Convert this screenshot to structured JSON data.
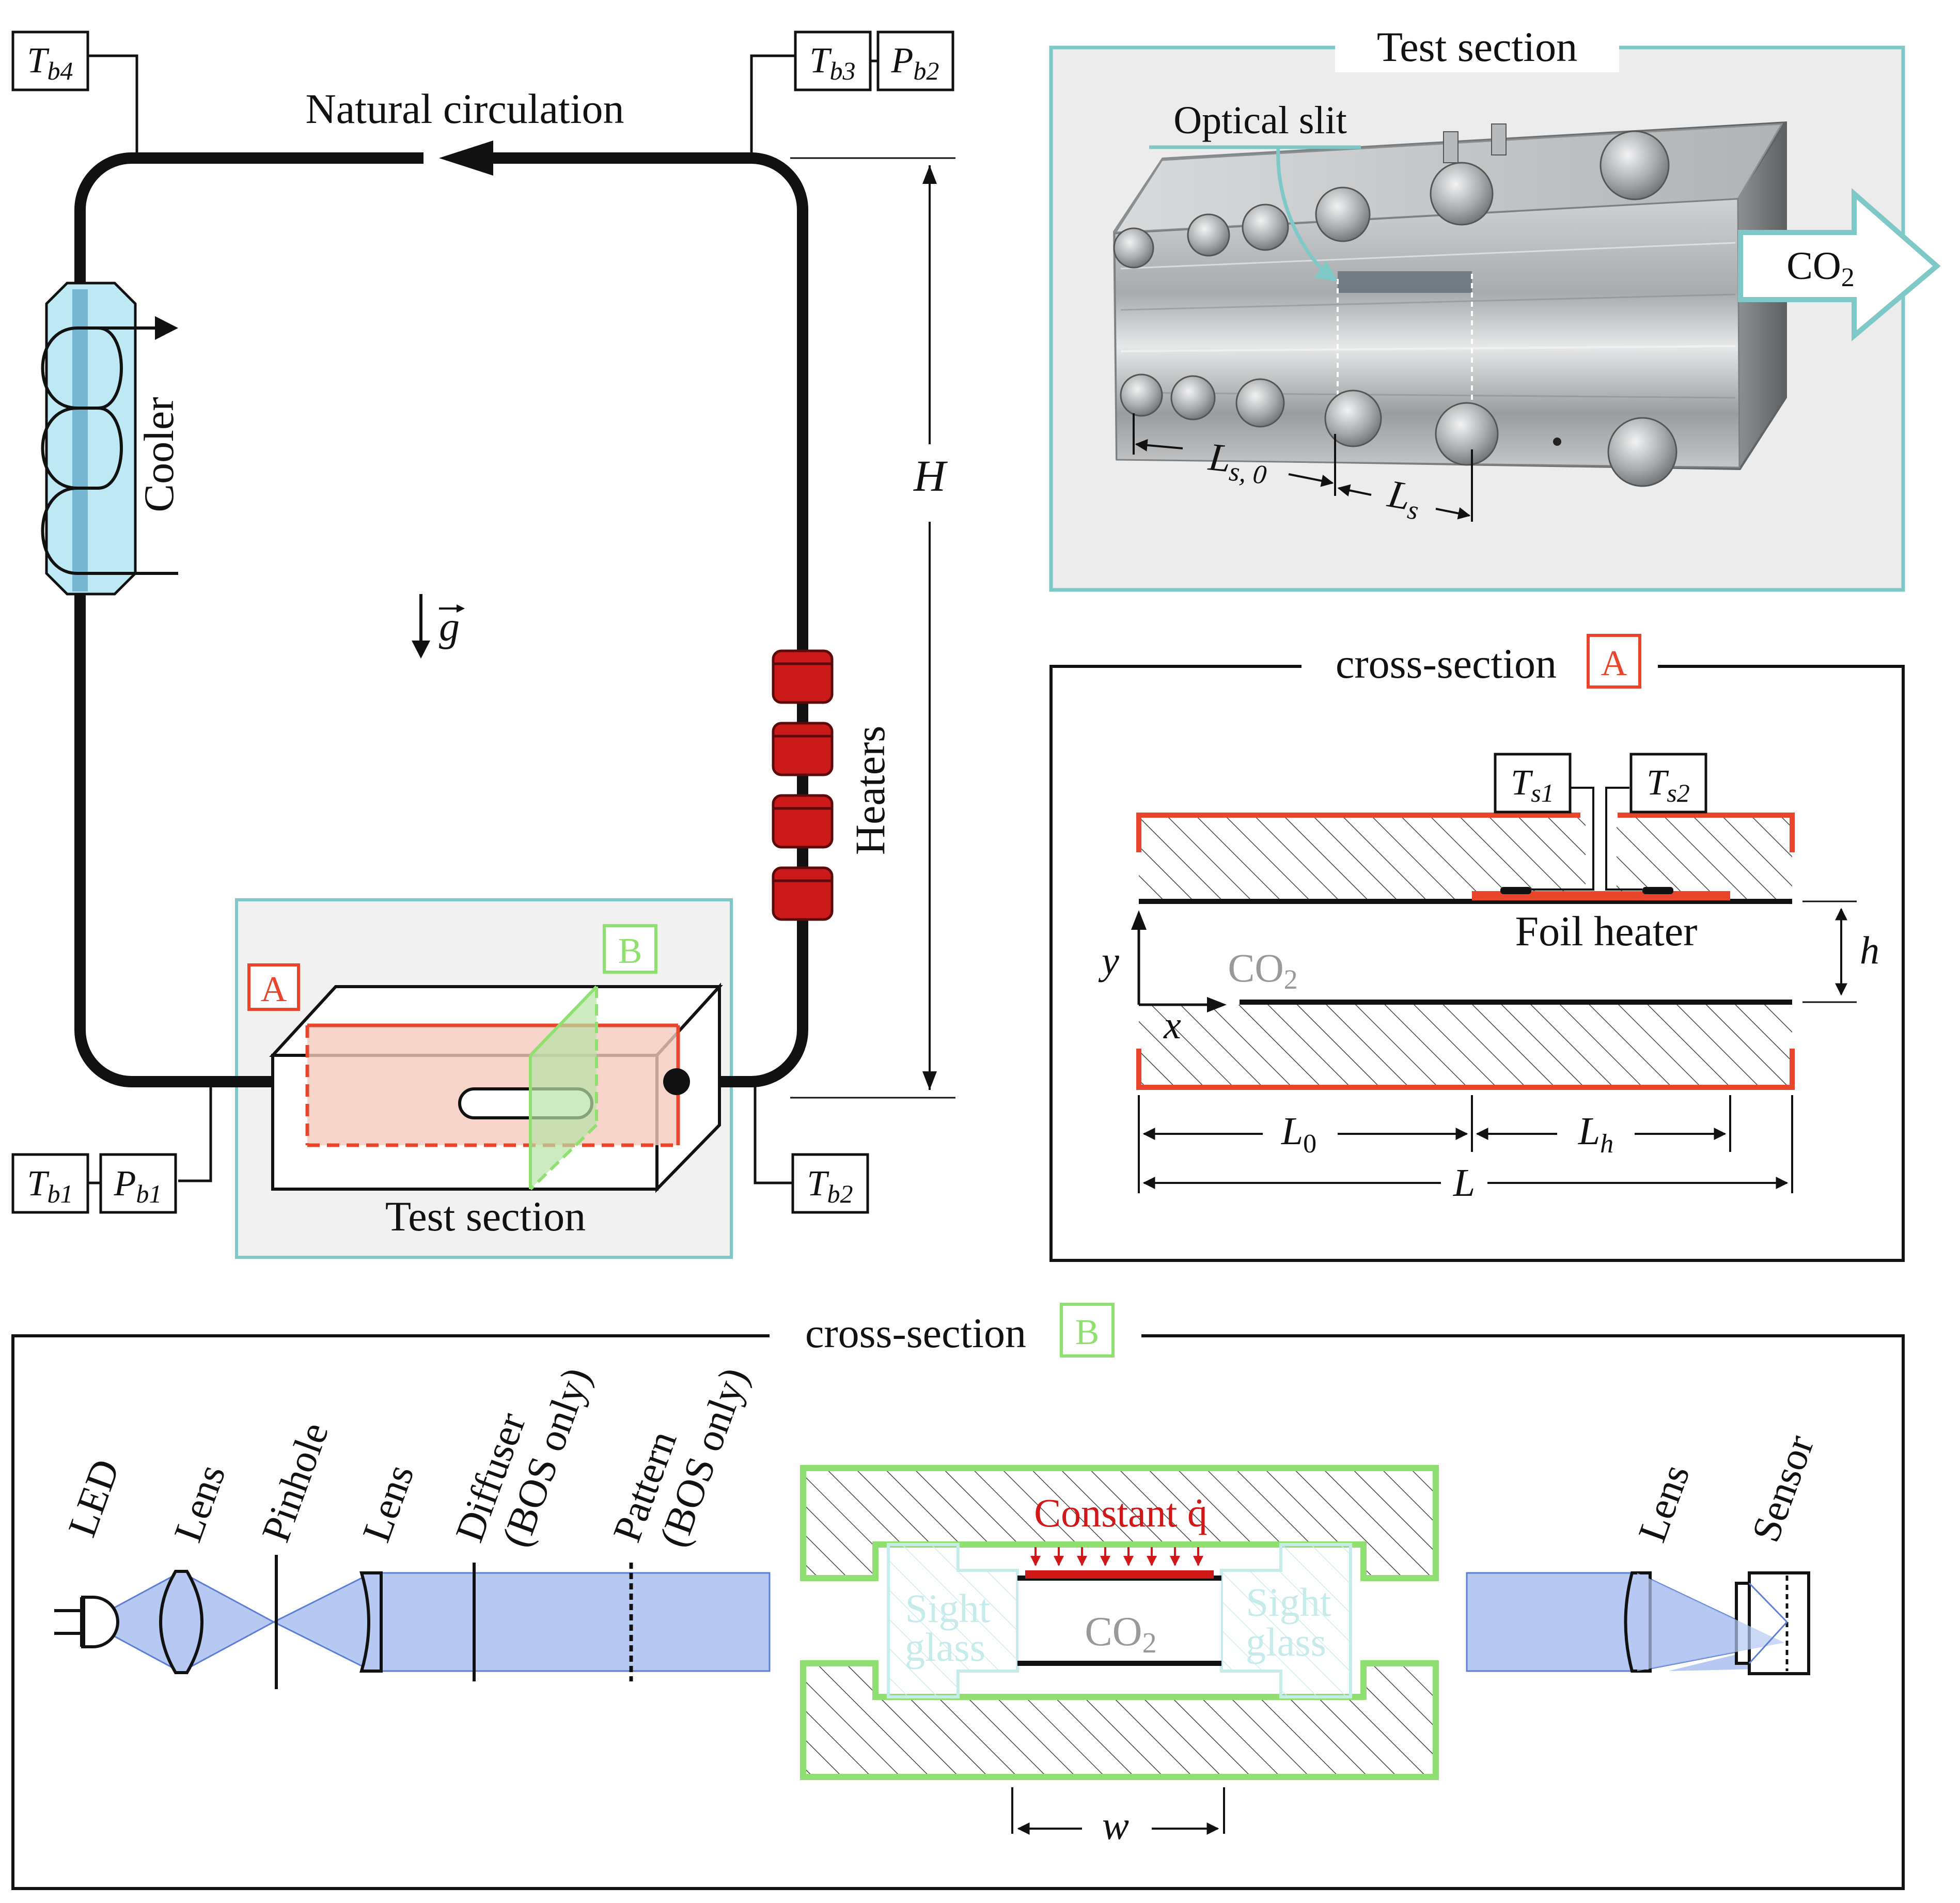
{
  "loop": {
    "natural_circulation": "Natural circulation",
    "cooler": "Cooler",
    "heaters": "Heaters",
    "gravity": "g",
    "height": "H",
    "test_section": "Test section",
    "marker_a": "A",
    "marker_b": "B",
    "sensors": {
      "tb1": {
        "sym": "T",
        "sub": "b1"
      },
      "pb1": {
        "sym": "P",
        "sub": "b1"
      },
      "tb2": {
        "sym": "T",
        "sub": "b2"
      },
      "tb3": {
        "sym": "T",
        "sub": "b3"
      },
      "pb2": {
        "sym": "P",
        "sub": "b2"
      },
      "tb4": {
        "sym": "T",
        "sub": "b4"
      }
    }
  },
  "photo_panel": {
    "title": "Test section",
    "optical_slit": "Optical slit",
    "co2": {
      "base": "CO",
      "sub": "2"
    },
    "ls0": {
      "sym": "L",
      "sub": "s, 0"
    },
    "ls": {
      "sym": "L",
      "sub": "s"
    }
  },
  "cross_a": {
    "title": "cross-section",
    "marker": "A",
    "ts1": {
      "sym": "T",
      "sub": "s1"
    },
    "ts2": {
      "sym": "T",
      "sub": "s2"
    },
    "foil_heater": "Foil heater",
    "co2": {
      "base": "CO",
      "sub": "2"
    },
    "h": "h",
    "x": "x",
    "y": "y",
    "l0": {
      "sym": "L",
      "sub": "0"
    },
    "lh": {
      "sym": "L",
      "sub": "h"
    },
    "l": "L"
  },
  "cross_b": {
    "title": "cross-section",
    "marker": "B",
    "led": "LED",
    "lens1": "Lens",
    "pinhole": "Pinhole",
    "lens2": "Lens",
    "diffuser": "Diffuser",
    "bos1": "(BOS only)",
    "pattern": "Pattern",
    "bos2": "(BOS only)",
    "constant_q": "Constant q̇",
    "sight_glass": [
      "Sight",
      "glass"
    ],
    "co2": {
      "base": "CO",
      "sub": "2"
    },
    "w": "w",
    "lens3": "Lens",
    "sensor": "Sensor"
  },
  "colors": {
    "teal": "#7ec8c8",
    "red": "#e8452a",
    "green": "#90e070",
    "beam": "#b7c9f2",
    "cooler_fill": "#bfe8f5",
    "heater_red": "#cc1a1a",
    "heater_dark": "#7a1010",
    "gray_text": "#999999",
    "sight_glass_text": "#c6ebeb"
  }
}
